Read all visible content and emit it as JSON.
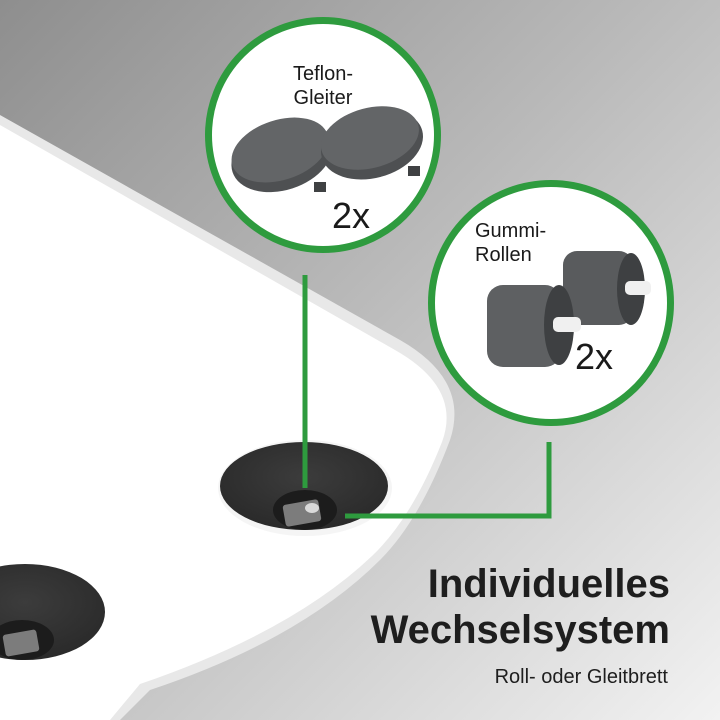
{
  "callouts": [
    {
      "label_line1": "Teflon-",
      "label_line2": "Gleiter",
      "quantity": "2x",
      "item": "teflon-glider"
    },
    {
      "label_line1": "Gummi-",
      "label_line2": "Rollen",
      "quantity": "2x",
      "item": "rubber-roller"
    }
  ],
  "headline": {
    "line1": "Individuelles",
    "line2": "Wechselsystem"
  },
  "subtitle": "Roll- oder Gleitbrett",
  "colors": {
    "accent": "#2e9b3e",
    "board": "#ffffff",
    "background": "#9a9a9a",
    "parts": "#5a5c5e",
    "text": "#1e1e1e"
  }
}
